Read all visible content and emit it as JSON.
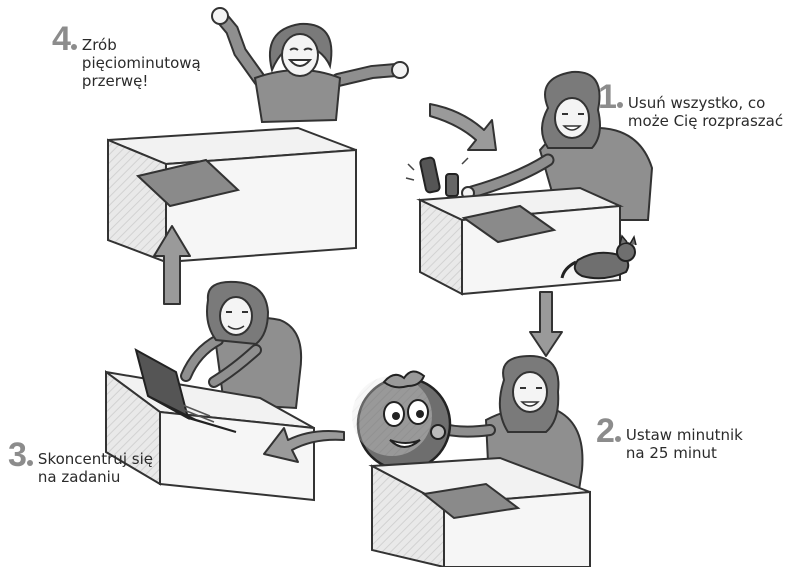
{
  "steps": [
    {
      "number": "1",
      "lines": [
        "Usuń wszystko, co",
        "może Cię rozpraszać"
      ]
    },
    {
      "number": "2",
      "lines": [
        "Ustaw minutnik",
        "na 25 minut"
      ]
    },
    {
      "number": "3",
      "lines": [
        "Skoncentruj się",
        "na zadaniu"
      ]
    },
    {
      "number": "4",
      "lines": [
        "Zrób",
        "pięciominutową",
        "przerwę!"
      ]
    }
  ],
  "colors": {
    "number": "#8c8c8c",
    "text": "#2b2b2b",
    "arrow": "#9a9a9a",
    "ink": "#333333"
  }
}
